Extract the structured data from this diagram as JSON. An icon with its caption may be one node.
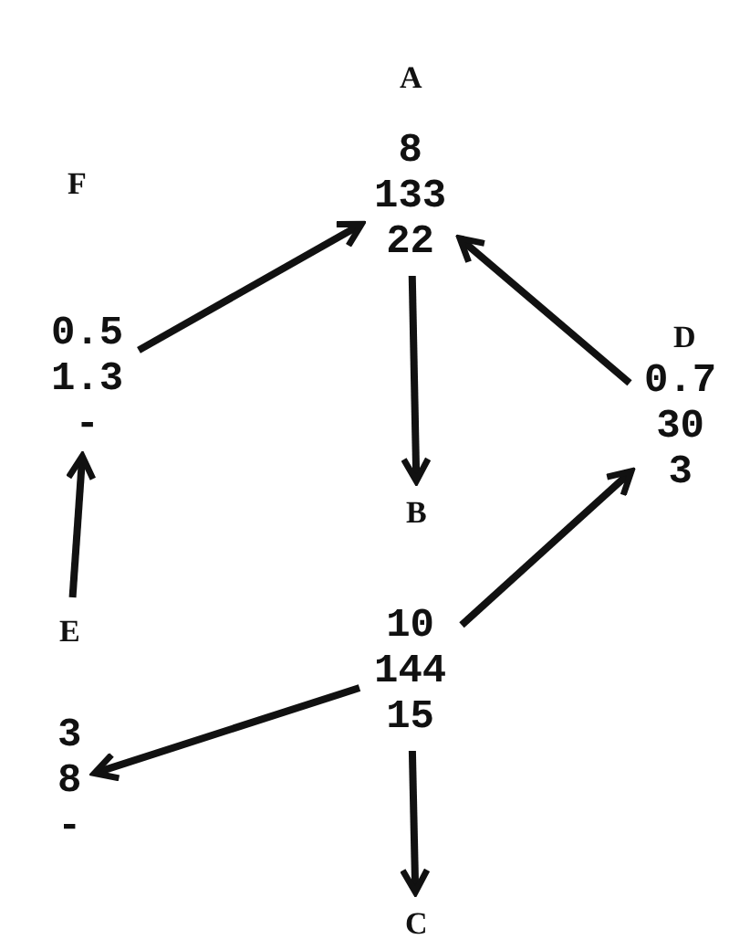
{
  "diagram": {
    "nodes": [
      {
        "text": [
          "A"
        ]
      },
      {
        "text": [
          "8",
          "133",
          "22"
        ]
      },
      {
        "text": [
          "F"
        ]
      },
      {
        "text": [
          "0.5",
          "1.3",
          "-"
        ]
      },
      {
        "text": [
          "D"
        ]
      },
      {
        "text": [
          "0.7",
          "30",
          "3"
        ]
      },
      {
        "text": [
          "B"
        ]
      },
      {
        "text": [
          "10",
          "144",
          "15"
        ]
      },
      {
        "text": [
          "E"
        ]
      },
      {
        "text": [
          "3",
          "8",
          "-"
        ]
      },
      {
        "text": [
          "C"
        ]
      }
    ],
    "edges": [
      {
        "from": 3,
        "to": 1,
        "arrow": "to"
      },
      {
        "from": 5,
        "to": 1,
        "arrow": "to"
      },
      {
        "from": 1,
        "to": 6,
        "arrow": "to"
      },
      {
        "from": 8,
        "to": 3,
        "arrow": "to"
      },
      {
        "from": 7,
        "to": 5,
        "arrow": "to"
      },
      {
        "from": 7,
        "to": 9,
        "arrow": "to"
      },
      {
        "from": 7,
        "to": 10,
        "arrow": "to"
      }
    ]
  }
}
